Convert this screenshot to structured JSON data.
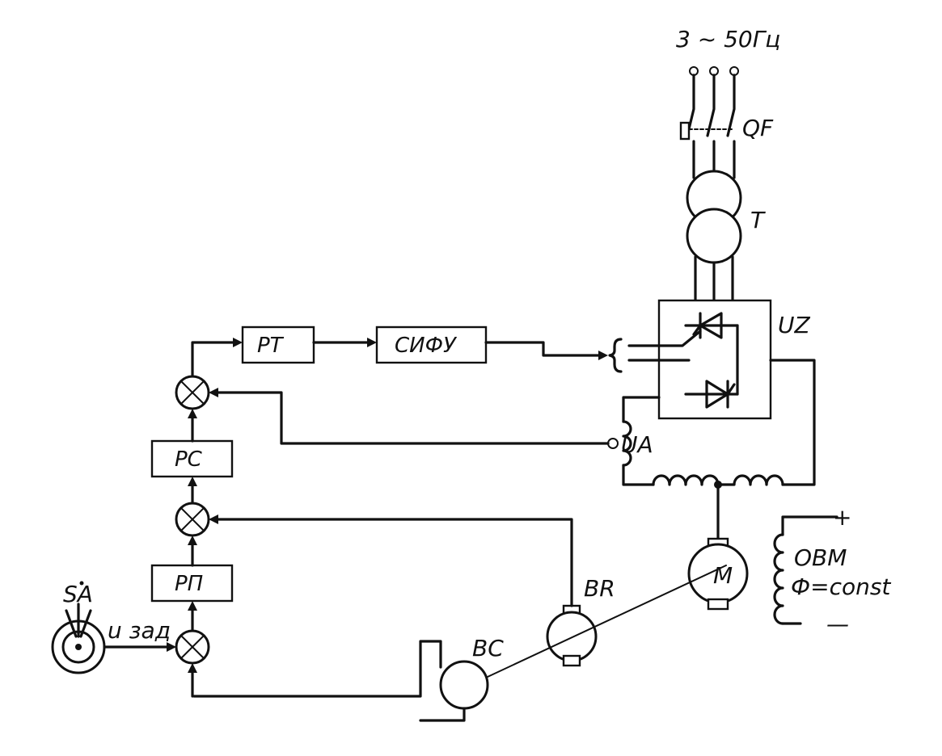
{
  "supply": {
    "label": "3 ~ 50Гц"
  },
  "breaker": {
    "label": "QF"
  },
  "transformer": {
    "label": "T"
  },
  "converter": {
    "label": "UZ"
  },
  "current_sensor": {
    "label": "UA"
  },
  "blocks": {
    "current_regulator": "РТ",
    "pulse_phase_control": "СИФУ",
    "speed_regulator": "РС",
    "position_regulator": "РП"
  },
  "setpoint": {
    "switch_label": "SA",
    "signal_label": "u зад"
  },
  "motor": {
    "label": "M"
  },
  "tachogenerator": {
    "label": "BR"
  },
  "position_sensor": {
    "label": "BC"
  },
  "field_winding": {
    "name": "ОВМ",
    "condition": "Ф=const",
    "plus": "+",
    "minus": "—"
  }
}
